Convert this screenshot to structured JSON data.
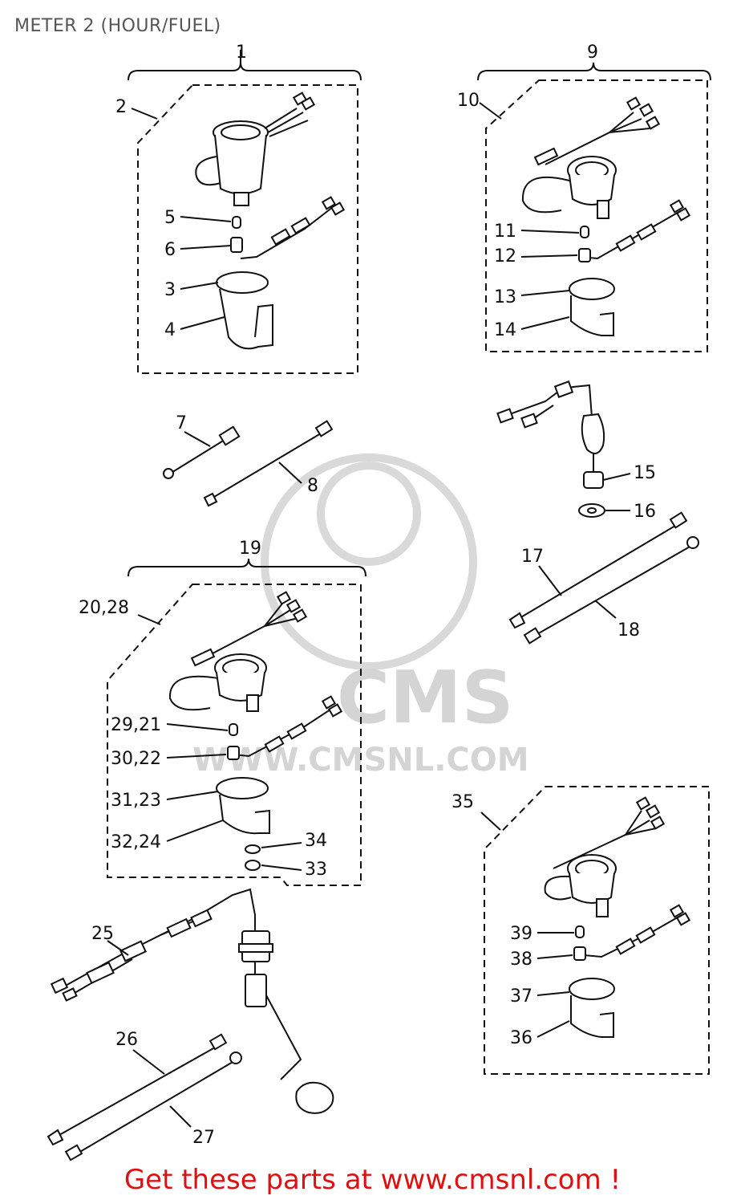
{
  "title": "METER 2 (HOUR/FUEL)",
  "footer": "Get these parts at www.cmsnl.com !",
  "watermark": {
    "brand": "CMS",
    "url": "WWW.CMSNL.COM"
  },
  "callouts": {
    "c1": "1",
    "c2": "2",
    "c3": "3",
    "c4": "4",
    "c5": "5",
    "c6": "6",
    "c7": "7",
    "c8": "8",
    "c9": "9",
    "c10": "10",
    "c11": "11",
    "c12": "12",
    "c13": "13",
    "c14": "14",
    "c15": "15",
    "c16": "16",
    "c17": "17",
    "c18": "18",
    "c19": "19",
    "c20_28": "20,28",
    "c29_21": "29,21",
    "c30_22": "30,22",
    "c31_23": "31,23",
    "c32_24": "32,24",
    "c33": "33",
    "c34": "34",
    "c25": "25",
    "c26": "26",
    "c27": "27",
    "c35": "35",
    "c36": "36",
    "c37": "37",
    "c38": "38",
    "c39": "39"
  },
  "colors": {
    "footer": "#dd1111",
    "title": "#555555",
    "watermark": "#d4d4d4",
    "line": "#111111"
  }
}
